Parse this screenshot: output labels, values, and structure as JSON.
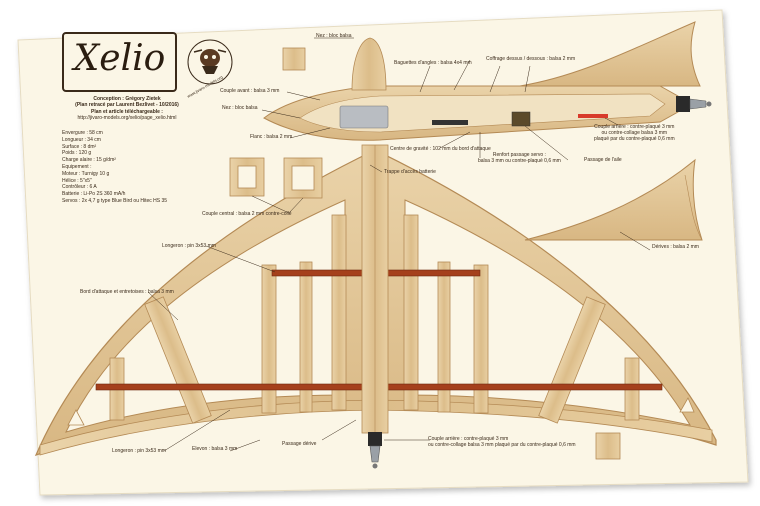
{
  "title": "Xelio",
  "design_by": "Conception : Grégory Zietek",
  "redrawn_by": "(Plan retracé par Laurent Bezlivet - 10/2016)",
  "download_line": "Plan et article téléchargeable :",
  "download_url": "http://jivaro-models.org/xelio/page_xelio.html",
  "logo_text": "www.jivaro-models.org",
  "specs": [
    "Envergure : 58 cm",
    "Longueur : 34 cm",
    "Surface : 8 dm²",
    "Poids : 120 g",
    "Charge alaire : 15 g/dm²",
    "Equipement :",
    "Moteur : Turnigy 10 g",
    "Hélice : 5\"x5\"",
    "Contrôleur : 6 A",
    "Batterie : Li-Po 2S 360 mA/h",
    "Servos : 2x 4,7 g type Blue Bird ou Hitec HS 35"
  ],
  "labels": {
    "nez_bloc_balsa_top": "Nez : bloc balsa",
    "baguettes_angles": "Baguettes d'angles : balsa 4x4 mm",
    "coffrage": "Coffrage dessus / dessous : balsa 2 mm",
    "couple_avant": "Couple avant : balsa 3 mm",
    "nez_bloc_balsa_left": "Nez : bloc balsa",
    "flanc": "Flanc : balsa 2 mm",
    "centre_gravite": "Centre de gravité : 102 mm du bord d'attaque",
    "renfort_1": "Renfort passage servo :",
    "renfort_2": "balsa 3 mm ou contre-plaqué 0,6 mm",
    "passage_aile": "Passage de l'aile",
    "couple_arriere_top_1": "Couple arrière : contre-plaqué 3 mm",
    "couple_arriere_top_2": "ou contre-collage balsa 3 mm",
    "couple_arriere_top_3": "plaqué par du contre-plaqué 0,6 mm",
    "trappe": "Trappe d'accès batterie",
    "couple_central": "Couple central : balsa 2 mm contre-collé",
    "derive": "Dérives : balsa 2 mm",
    "longeron_top": "Longeron : pin 3x53 mm",
    "bord_attaque": "Bord d'attaque et entretoises : balsa 3 mm",
    "longeron_bottom": "Longeron : pin 3x53 mm",
    "elevon": "Elevon : balsa 3 mm",
    "passage_derive": "Passage dérive",
    "couple_arriere_bottom_1": "Couple arrière : contre-plaqué 3 mm",
    "couple_arriere_bottom_2": "ou contre-collage balsa 3 mm plaqué par du contre-plaqué 0,6 mm"
  },
  "colors": {
    "paper": "#fbf6e6",
    "balsa": "#e3c79a",
    "balsa_dark": "#b48a55",
    "spar": "#a5401c",
    "ink": "#3a2a1a"
  }
}
